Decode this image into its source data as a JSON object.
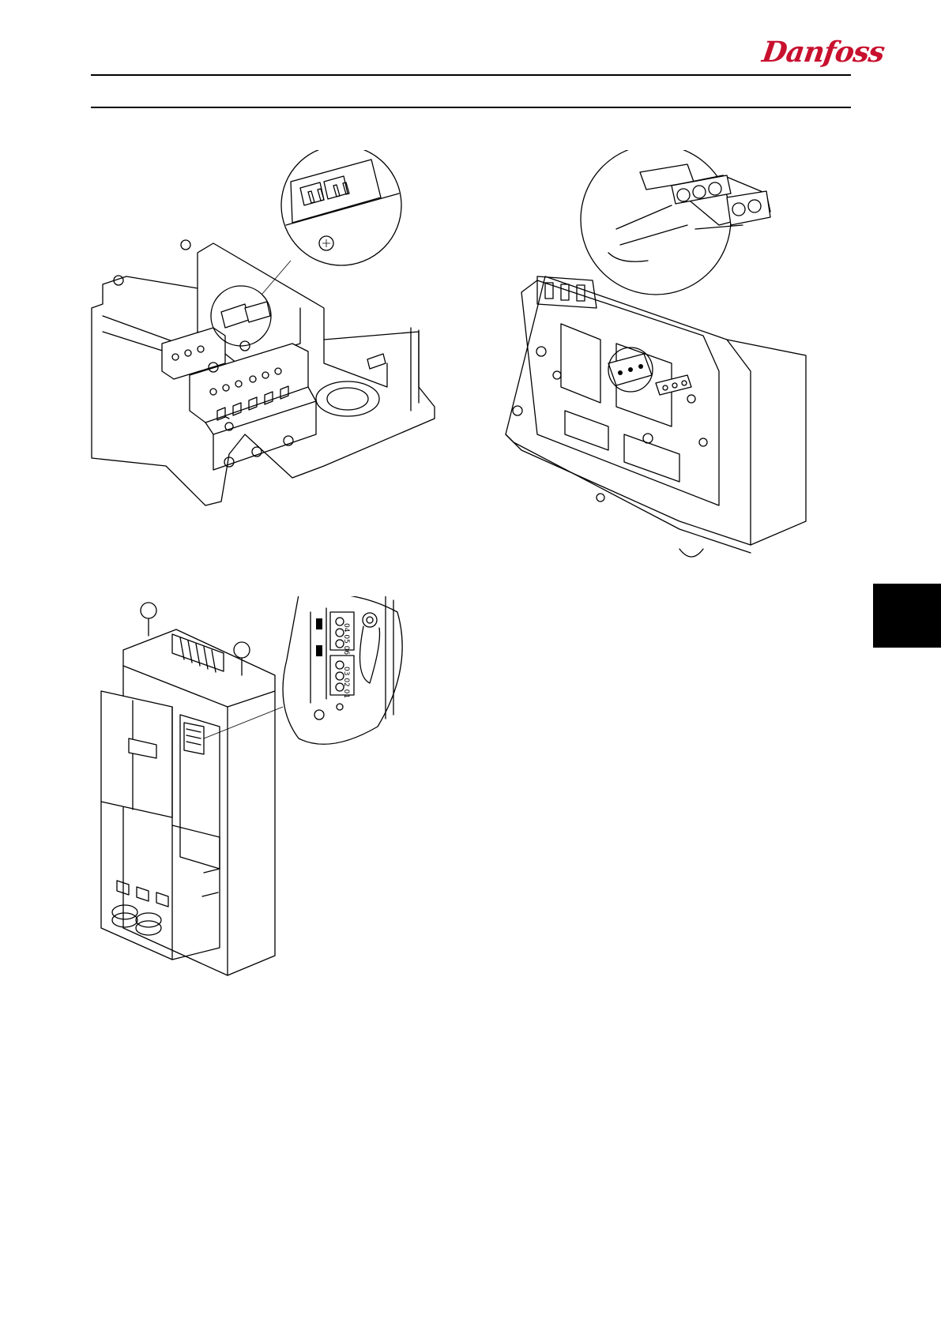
{
  "header": {
    "brand": "Danfoss",
    "logo_color": "#c8102e"
  },
  "figures": [
    {
      "id": "fig-top-left"
    },
    {
      "id": "fig-top-right"
    },
    {
      "id": "fig-bottom-left"
    }
  ],
  "detail_labels": {
    "upper_block": "04 05 06",
    "lower_block": "03 02 01"
  },
  "section_tab_color": "#000000"
}
